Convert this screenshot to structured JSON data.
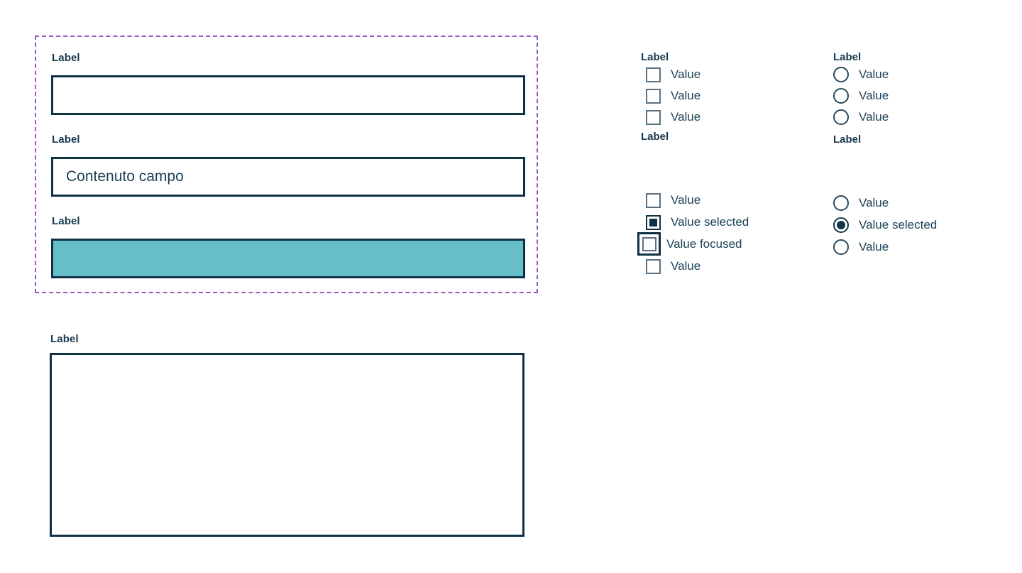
{
  "text_fields_group": {
    "fields": [
      {
        "label": "Label",
        "value": "",
        "state": "empty"
      },
      {
        "label": "Label",
        "value": "Contenuto campo",
        "state": "filled"
      },
      {
        "label": "Label",
        "value": "",
        "state": "highlighted"
      }
    ],
    "outline_color": "#9b55c4",
    "border_color": "#0f3146",
    "highlight_color": "#66bfc7"
  },
  "textarea_field": {
    "label": "Label",
    "value": ""
  },
  "checkbox_column": {
    "group_one": {
      "label": "Label",
      "options": [
        {
          "text": "Value",
          "state": "unchecked"
        },
        {
          "text": "Value",
          "state": "unchecked"
        },
        {
          "text": "Value",
          "state": "unchecked"
        }
      ]
    },
    "group_two": {
      "label": "Label",
      "options": [
        {
          "text": "Value",
          "state": "unchecked"
        },
        {
          "text": "Value selected",
          "state": "checked"
        },
        {
          "text": "Value focused",
          "state": "focused"
        },
        {
          "text": "Value",
          "state": "unchecked"
        }
      ]
    }
  },
  "radio_column": {
    "group_one": {
      "label": "Label",
      "options": [
        {
          "text": "Value",
          "state": "unselected"
        },
        {
          "text": "Value",
          "state": "unselected"
        },
        {
          "text": "Value",
          "state": "unselected"
        }
      ]
    },
    "group_two": {
      "label": "Label",
      "options": [
        {
          "text": "Value",
          "state": "unselected"
        },
        {
          "text": "Value selected",
          "state": "selected"
        },
        {
          "text": "Value",
          "state": "unselected"
        }
      ]
    }
  },
  "colors": {
    "text_dark": "#17384d",
    "value_text": "#1c4257",
    "border": "#0f3146",
    "dashed_outline": "#9b55c4",
    "teal_fill": "#66bfc7",
    "checkbox_border": "#5a7080"
  }
}
